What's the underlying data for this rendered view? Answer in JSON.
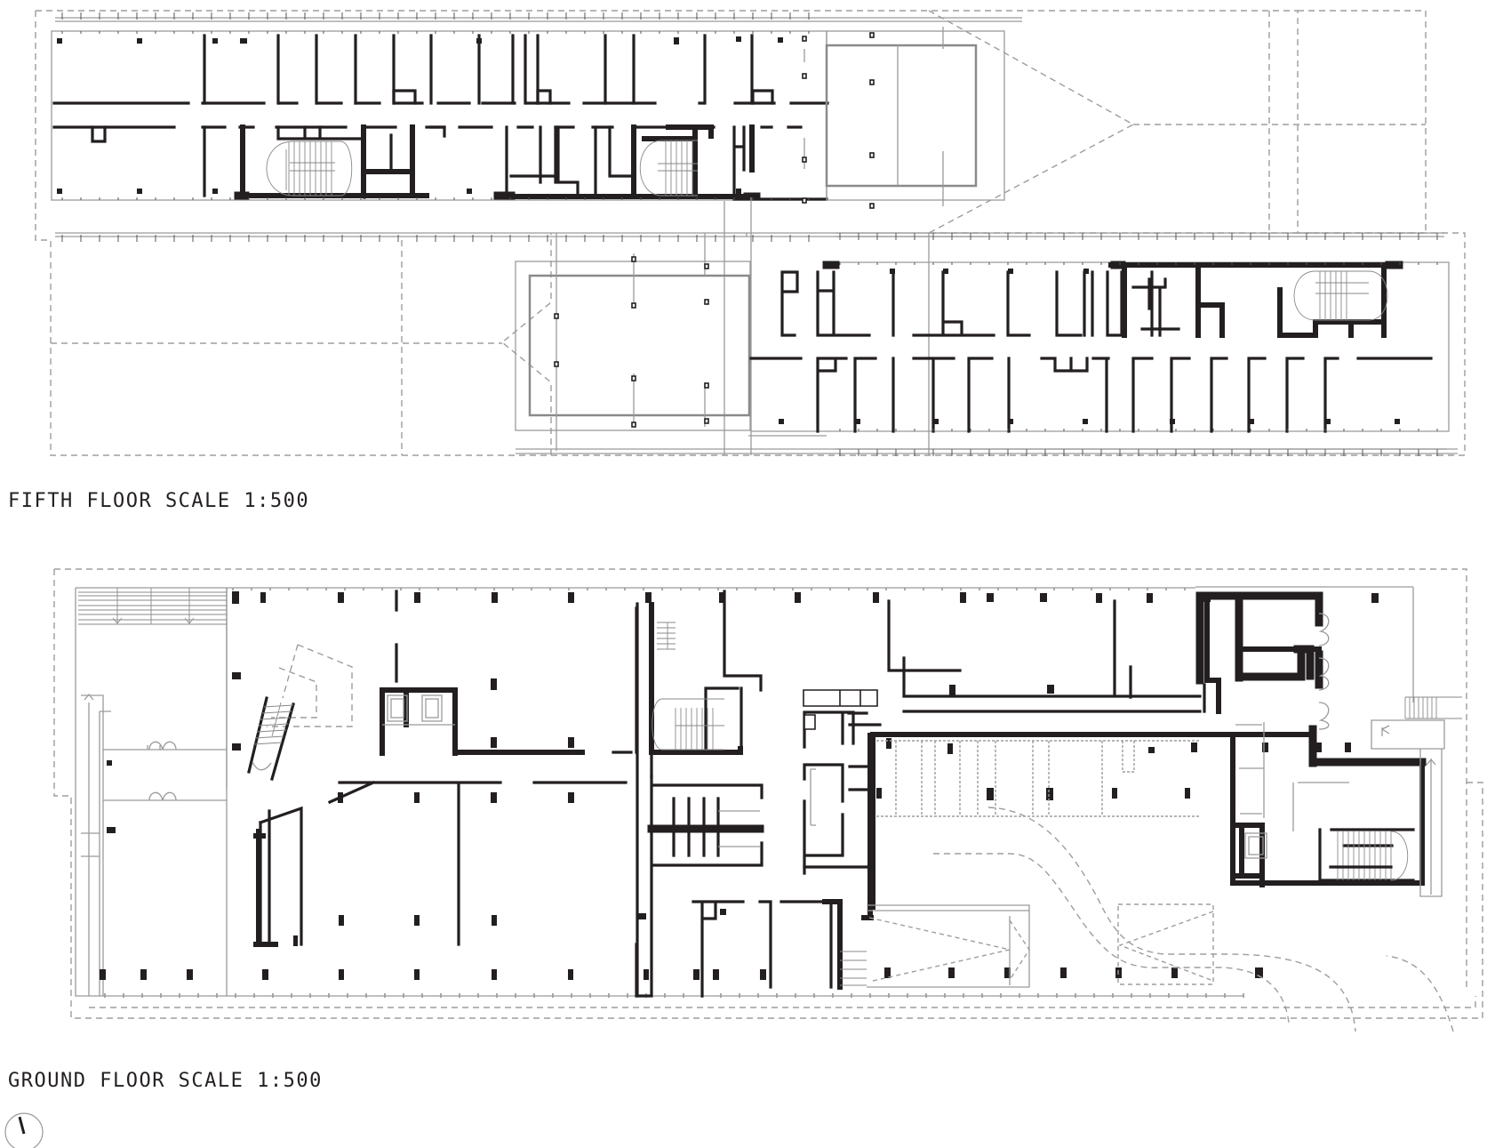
{
  "drawing": {
    "type": "architectural floor plans",
    "plans": [
      {
        "id": "fifth",
        "caption": "FIFTH FLOOR SCALE 1:500",
        "floor": "FIFTH FLOOR",
        "scale": "1:500"
      },
      {
        "id": "ground",
        "caption": "GROUND FLOOR SCALE 1:500",
        "floor": "GROUND FLOOR",
        "scale": "1:500"
      }
    ],
    "north_arrow": {
      "symbol": "north-arrow",
      "rotation_deg": -15
    },
    "colors": {
      "walls": "#231f20",
      "secondary_lines": "#9d9d9d",
      "background": "#ffffff"
    }
  }
}
